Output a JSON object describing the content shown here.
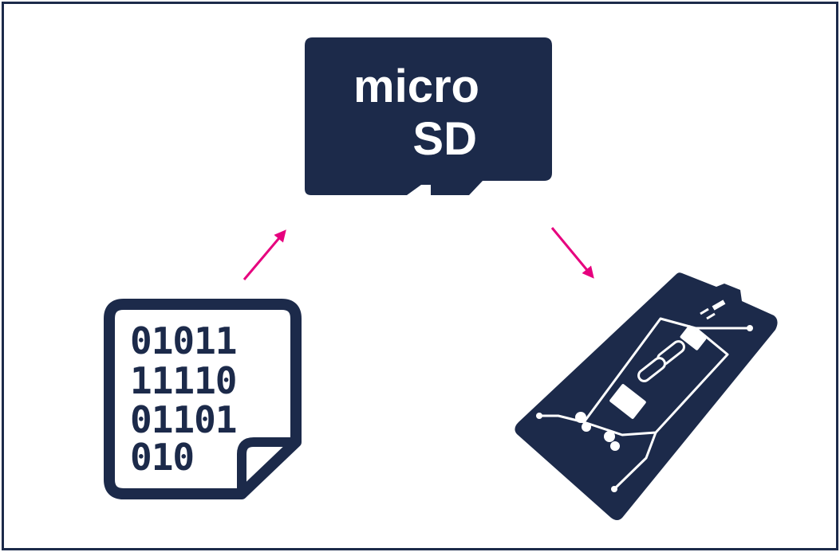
{
  "sd_card": {
    "line1": "micro",
    "line2": "SD"
  },
  "binary_file": {
    "rows": [
      "01011",
      "11110",
      "01101",
      "010"
    ]
  },
  "colors": {
    "navy": "#1c2a4a",
    "arrow": "#e6007e",
    "white": "#ffffff"
  },
  "icons": [
    "sd-card-icon",
    "binary-file-icon",
    "circuit-board-icon"
  ]
}
